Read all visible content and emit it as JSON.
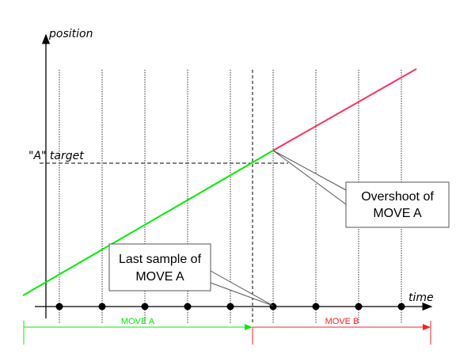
{
  "axes": {
    "y_label": "position",
    "x_label": "time"
  },
  "target_label": "\"A\" target",
  "callouts": {
    "overshoot": [
      "Overshoot of",
      "MOVE A"
    ],
    "last_sample": [
      "Last sample of",
      "MOVE A"
    ]
  },
  "spans": {
    "move_a": {
      "label": "MOVE A",
      "color": "#00ee00"
    },
    "move_b": {
      "label": "MOVE B",
      "color": "#ff2020"
    }
  },
  "colors": {
    "green_line": "#00ee00",
    "red_line": "#ff3060"
  },
  "sample_count": 9
}
